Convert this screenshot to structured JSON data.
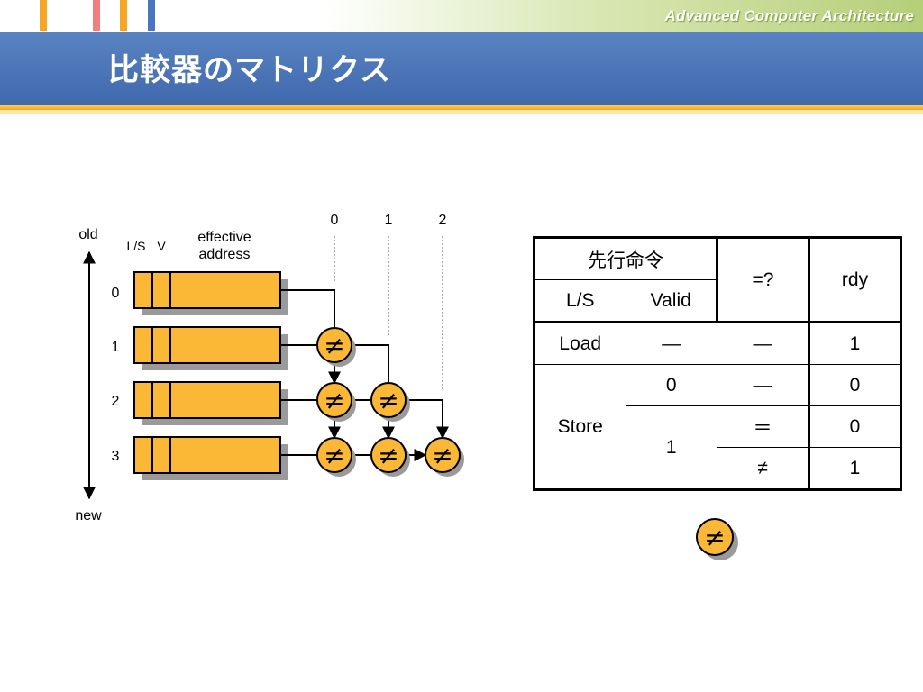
{
  "header": {
    "brand": "Advanced Computer Architecture",
    "title": "比較器のマトリクス",
    "accent_colors": [
      "#f5a623",
      "#f08080",
      "#f5a623",
      "#4a76c0"
    ]
  },
  "diagram": {
    "labels": {
      "old": "old",
      "new": "new",
      "ls": "L/S",
      "v": "V",
      "ea_line1": "effective",
      "ea_line2": "address"
    },
    "row_labels": [
      "0",
      "1",
      "2",
      "3"
    ],
    "column_labels": [
      "0",
      "1",
      "2"
    ],
    "comparator_symbol": "≠",
    "colors": {
      "entry_fill": "#fbb837",
      "comparator_fill": "#fbb837",
      "shadow": "#9a9a9a"
    }
  },
  "table": {
    "header": {
      "prior_instr": "先行命令",
      "eq": "=?",
      "rdy": "rdy",
      "ls": "L/S",
      "valid": "Valid"
    },
    "load": {
      "ls": "Load",
      "valid": "—",
      "eq": "—",
      "rdy": "1"
    },
    "store": {
      "ls": "Store",
      "valid0": "0",
      "eq0": "—",
      "rdy0": "0",
      "valid1": "1",
      "eq_equal": "＝",
      "rdy_equal": "0",
      "eq_notequal": "≠",
      "rdy_notequal": "1"
    }
  },
  "legend_symbol": "≠"
}
